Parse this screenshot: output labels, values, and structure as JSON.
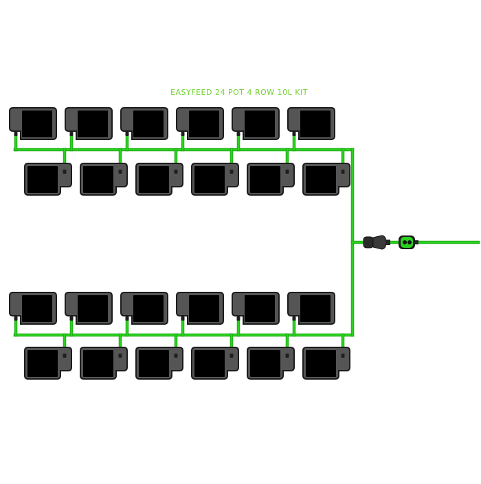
{
  "title": "EASYFEED 24 POT 4 ROW 10L KIT",
  "kit": {
    "pot_count": 24,
    "row_count": 4,
    "pots_per_row": 6,
    "pot_volume": "10L"
  },
  "colors": {
    "tube": "#2bd11f",
    "tube_outline": "#1a9e10",
    "pot_body": "#555555",
    "pot_outline": "#1c1c1c",
    "pot_inner": "#000000",
    "title": "#6fd12a",
    "valve": "#2bd11f",
    "coupling": "#2a2a2a"
  },
  "icons": {
    "pot": "pot-icon",
    "valve": "flow-valve-icon",
    "coupling": "tap-connector-icon"
  }
}
